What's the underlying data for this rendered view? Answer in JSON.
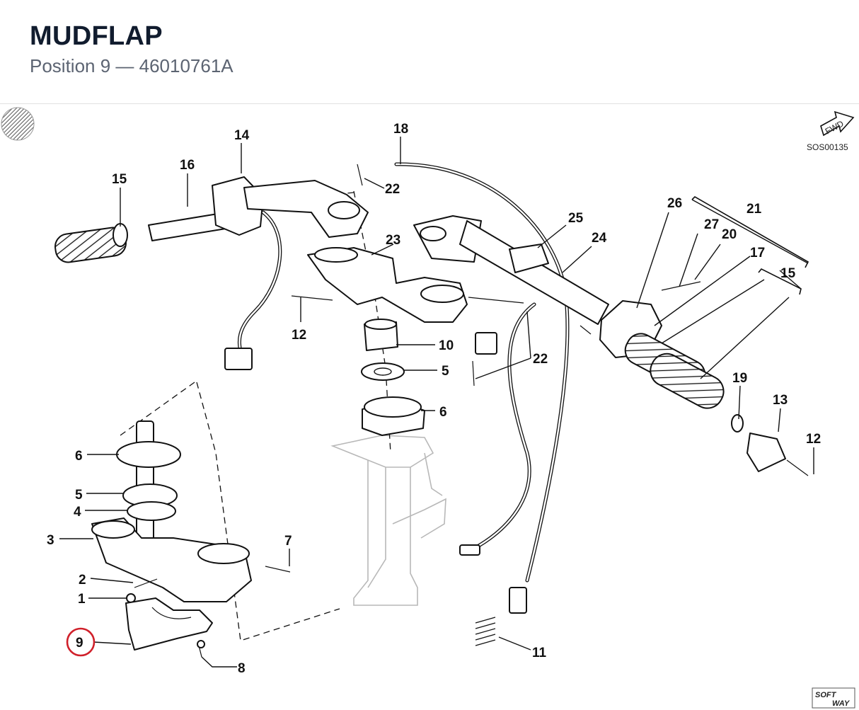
{
  "header": {
    "title": "MUDFLAP",
    "subtitle": "Position 9 — 46010761A"
  },
  "diagram": {
    "reference_code": "SOS00135",
    "fwd_label": "FWD",
    "logo_line1": "SOFT",
    "logo_line2": "WAY",
    "highlight_color": "#d0202a",
    "highlighted_position": "9",
    "callouts": [
      {
        "id": "c14",
        "label": "14"
      },
      {
        "id": "c18",
        "label": "18"
      },
      {
        "id": "c15a",
        "label": "15"
      },
      {
        "id": "c16",
        "label": "16"
      },
      {
        "id": "c22a",
        "label": "22"
      },
      {
        "id": "c26",
        "label": "26"
      },
      {
        "id": "c21",
        "label": "21"
      },
      {
        "id": "c25",
        "label": "25"
      },
      {
        "id": "c24",
        "label": "24"
      },
      {
        "id": "c23",
        "label": "23"
      },
      {
        "id": "c27",
        "label": "27"
      },
      {
        "id": "c20",
        "label": "20"
      },
      {
        "id": "c17",
        "label": "17"
      },
      {
        "id": "c15b",
        "label": "15"
      },
      {
        "id": "c12a",
        "label": "12"
      },
      {
        "id": "c10",
        "label": "10"
      },
      {
        "id": "c22b",
        "label": "22"
      },
      {
        "id": "c5a",
        "label": "5"
      },
      {
        "id": "c6a",
        "label": "6"
      },
      {
        "id": "c19",
        "label": "19"
      },
      {
        "id": "c13",
        "label": "13"
      },
      {
        "id": "c12b",
        "label": "12"
      },
      {
        "id": "c6b",
        "label": "6"
      },
      {
        "id": "c5b",
        "label": "5"
      },
      {
        "id": "c4",
        "label": "4"
      },
      {
        "id": "c3",
        "label": "3"
      },
      {
        "id": "c7",
        "label": "7"
      },
      {
        "id": "c2",
        "label": "2"
      },
      {
        "id": "c1",
        "label": "1"
      },
      {
        "id": "c9",
        "label": "9"
      },
      {
        "id": "c8",
        "label": "8"
      },
      {
        "id": "c11",
        "label": "11"
      }
    ]
  }
}
